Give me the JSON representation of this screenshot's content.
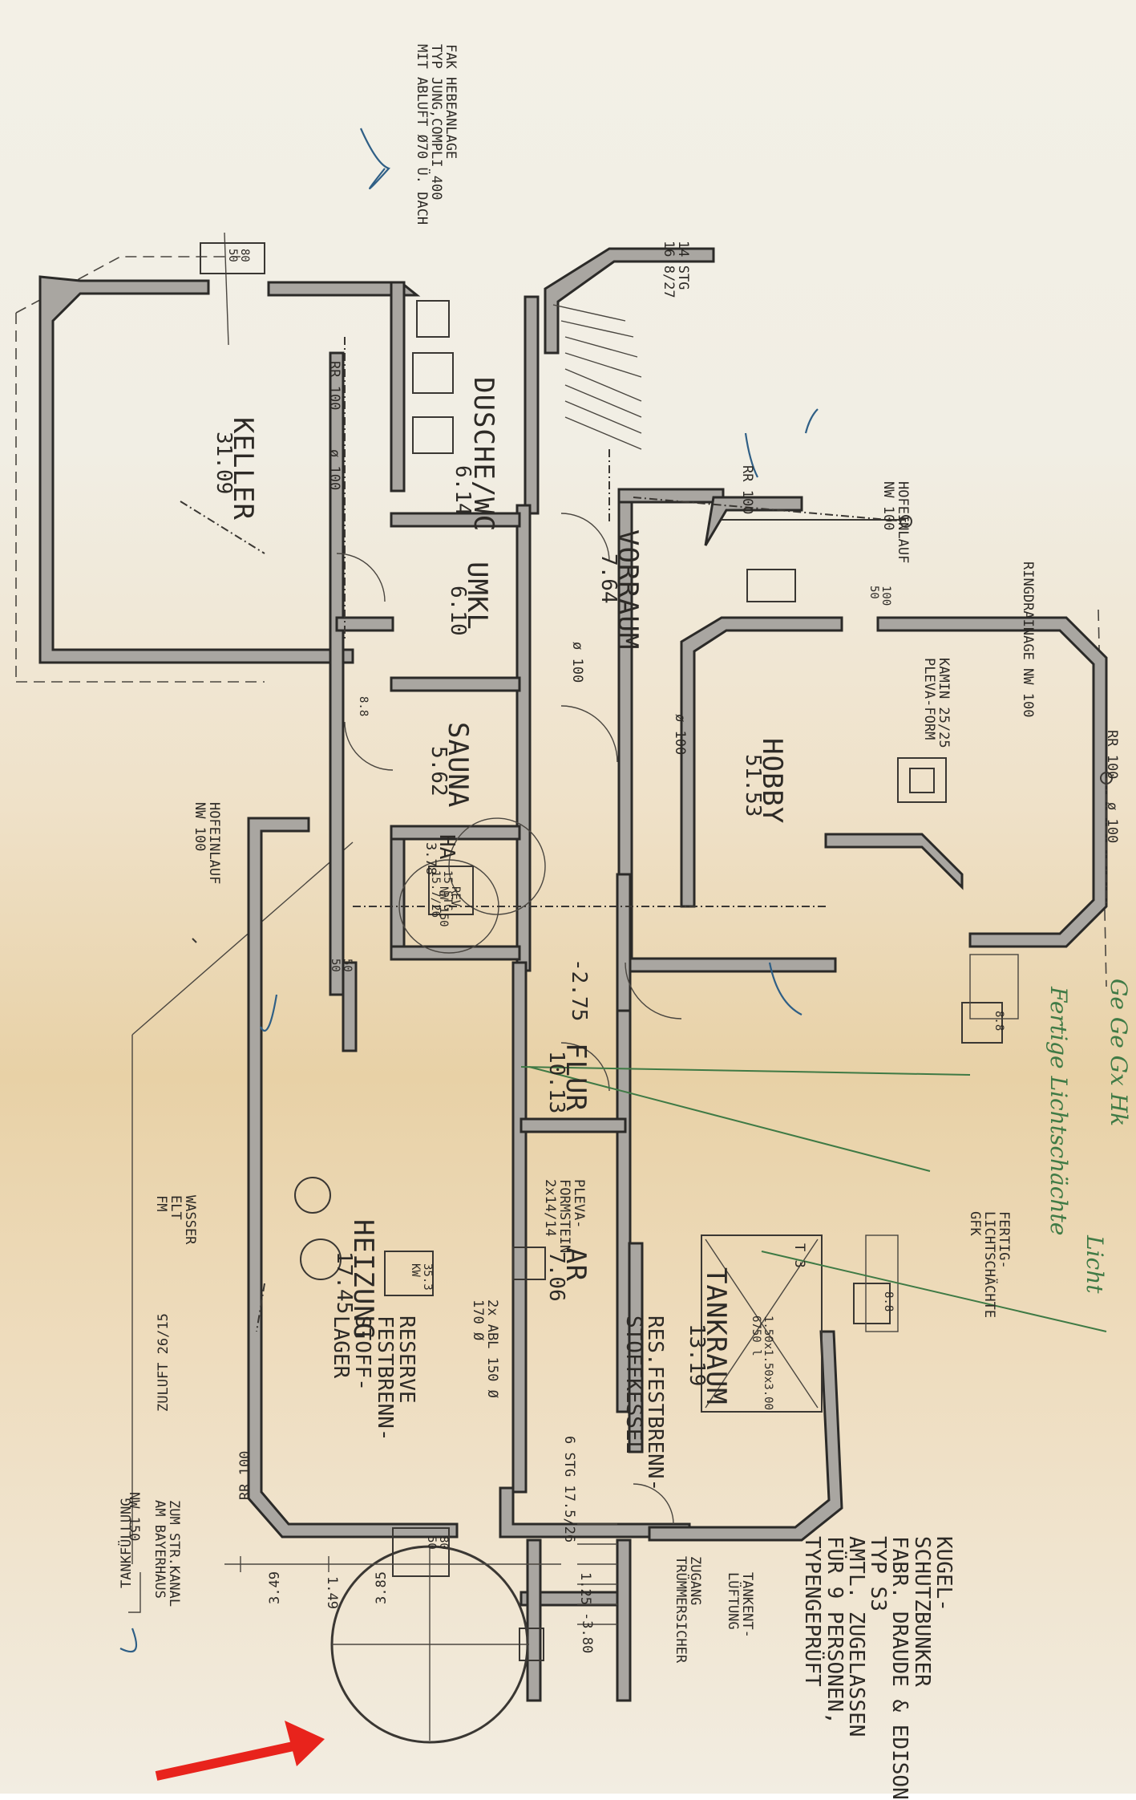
{
  "rooms": {
    "keller": {
      "name": "KELLER",
      "area": "31.09"
    },
    "dusche": {
      "name": "DUSCHE/WC",
      "area": "6.14"
    },
    "umkl": {
      "name": "UMKL",
      "area": "6.10"
    },
    "vorraum": {
      "name": "VORRAUM",
      "area": "7.64"
    },
    "sauna": {
      "name": "SAUNA",
      "area": "5.62"
    },
    "hobby": {
      "name": "HOBBY",
      "area": "51.53"
    },
    "ha": {
      "name": "HA",
      "area": "3.78"
    },
    "flur": {
      "name": "FLUR",
      "area": "10.13",
      "level": "-2.75"
    },
    "heizung": {
      "name": "HEIZUNG",
      "area": "17.45"
    },
    "tankraum": {
      "name": "TANKRAUM",
      "area": "13.19"
    },
    "ar": {
      "name": "AR",
      "area": "7.06"
    },
    "reserve": {
      "name": "RESERVE\nFESTBRENN-\nSTOFF-\nLAGER"
    },
    "res_festbrenn": {
      "name": "RES.FESTBRENN-\nSTOFFKESSEL"
    }
  },
  "annotations": {
    "hebeanlage": "FAK HEBEANLAGE\nTYP JUNG,COMPLI 400\nMIT ABLUFT Ø70 Ü. DACH",
    "stg_top": "14 STG\n16.8/27",
    "rr100": "RR 100",
    "d100": "ø 100",
    "hofeinlauf_right": "HOFEINLAUF\nNW 100",
    "ringdrainage": "RINGDRAINAGE NW 100",
    "kamin": "KAMIN 25/25\nPLEVA-FORM",
    "hofeinlauf_left": "HOFEINLAUF\nNW 100",
    "wasser": "WASSER\nELT\nFM",
    "zuluft": "ZULUFT 26/15",
    "tankfuellung": "TANKFÜLLUNG",
    "strkanal": "ZUM STR.KANAL\nAM BAYERHAUS",
    "nw150": "NW 150",
    "stg_mid": "15 STG\n15.7/26",
    "plevaform": "PLEVA-\nFORMSTEIN\n2x14/14",
    "stg_low": "6 STG 17.5/26",
    "abl": "2x ABL 150 Ø\n170 Ø",
    "kessel_kw": "35.3\nKW",
    "tank_dim": "1.50x1.50x3.00\n6750 l",
    "fertig": "FERTIG-\nLICHTSCHÄCHTE\nGFK",
    "zugang": "ZUGANG\nTRÜMMERSICHER",
    "tankentlueftung": "TANKENT-\nLÜFTUNG",
    "bunker": "KUGEL-\nSCHUTZBUNKER\nFABR. DRAUDE & EDISON\nTYP S3\nAMTL. ZUGELASSEN\nFÜR 9 PERSONEN,\nTYPENGEPRÜFT",
    "lvl_380": "-3.80",
    "dim_349": "3.49",
    "dim_385": "3.85",
    "dim_149": "1.49",
    "dim_125": "1.25",
    "box_100_50": "100\n50",
    "box_88": "8.8",
    "box_50_50": "50\n50",
    "box_80_50": "80\n50",
    "rev_nw": "REV\nNW 150",
    "hw_100": "ø 100",
    "grid_t3": "T 3"
  },
  "handwriting": {
    "note1": "Fertige Lichtschächte",
    "note2": "Licht",
    "note3": "Ge Ge Gx Hk"
  },
  "marker": {
    "color": "#e8231c"
  },
  "colors": {
    "wall": "#a9a6a1",
    "ink": "#2d2a26",
    "green_ink": "#3f7a45",
    "blue_ink": "#2f5f86"
  }
}
